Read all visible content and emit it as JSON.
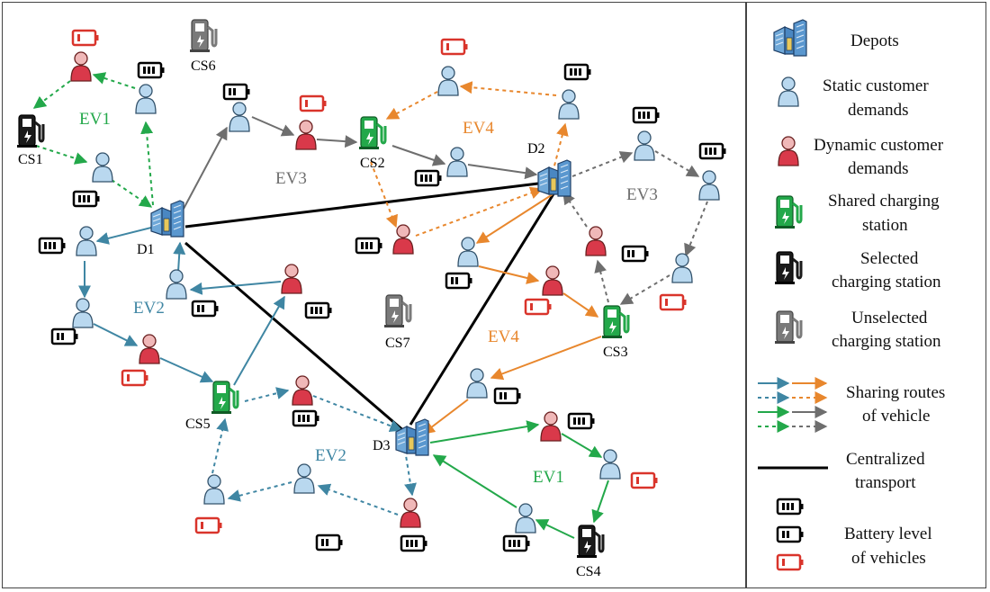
{
  "colors": {
    "blue": "#3f86a3",
    "orange": "#e8872d",
    "gray": "#6e6e6e",
    "green": "#23a84a",
    "black": "#000000",
    "red": "#d9342b",
    "depot": "#5a97cf",
    "static_person": "#b9d8ef",
    "dynamic_person": "#d9394a"
  },
  "nodes": {
    "depots": [
      {
        "id": "D1",
        "label": "D1"
      },
      {
        "id": "D2",
        "label": "D2"
      },
      {
        "id": "D3",
        "label": "D3"
      }
    ],
    "stations": [
      {
        "id": "CS1",
        "label": "CS1",
        "status": "selected"
      },
      {
        "id": "CS2",
        "label": "CS2",
        "status": "shared"
      },
      {
        "id": "CS3",
        "label": "CS3",
        "status": "shared"
      },
      {
        "id": "CS4",
        "label": "CS4",
        "status": "selected"
      },
      {
        "id": "CS5",
        "label": "CS5",
        "status": "shared"
      },
      {
        "id": "CS6",
        "label": "CS6",
        "status": "unselected"
      },
      {
        "id": "CS7",
        "label": "CS7",
        "status": "unselected"
      }
    ]
  },
  "route_labels": [
    {
      "id": "ev1-top",
      "text": "EV1",
      "color": "green"
    },
    {
      "id": "ev3-mid",
      "text": "EV3",
      "color": "gray"
    },
    {
      "id": "ev4-top",
      "text": "EV4",
      "color": "orange"
    },
    {
      "id": "ev3-right",
      "text": "EV3",
      "color": "gray"
    },
    {
      "id": "ev2-left",
      "text": "EV2",
      "color": "blue"
    },
    {
      "id": "ev4-mid",
      "text": "EV4",
      "color": "orange"
    },
    {
      "id": "ev2-bottom",
      "text": "EV2",
      "color": "blue"
    },
    {
      "id": "ev1-bottom",
      "text": "EV1",
      "color": "green"
    }
  ],
  "legend": {
    "depots": "Depots",
    "static": [
      "Static customer",
      "demands"
    ],
    "dynamic": [
      "Dynamic customer",
      "demands"
    ],
    "shared": [
      "Shared charging",
      "station"
    ],
    "selected": [
      "Selected",
      "charging station"
    ],
    "unselected": [
      "Unselected",
      "charging station"
    ],
    "routes": [
      "Sharing routes",
      "of vehicle"
    ],
    "centralized": [
      "Centralized",
      "transport"
    ],
    "battery": [
      "Battery level",
      "of vehicles"
    ]
  }
}
